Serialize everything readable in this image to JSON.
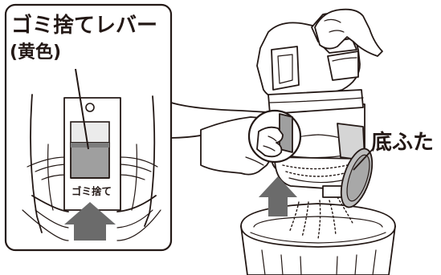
{
  "callout": {
    "label_line1": "ゴミ捨てレバー",
    "label_line2": "(黄色)",
    "lever_text": "ゴミ捨て"
  },
  "bottom_lid_label": "底ふた",
  "colors": {
    "outline": "#231815",
    "lever_gray": "#9f9f9f",
    "arrow_gray": "#6b6b6b"
  }
}
